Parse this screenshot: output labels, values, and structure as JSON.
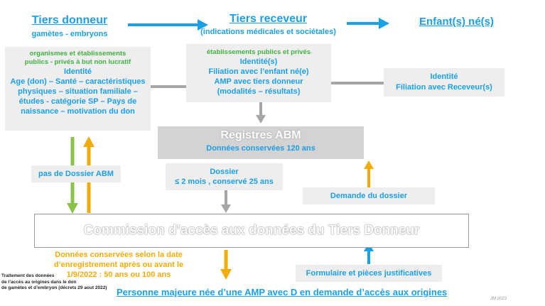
{
  "header": {
    "donor": {
      "title": "Tiers donneur",
      "subtitle": "gamètes - embryons"
    },
    "receiver": {
      "title": "Tiers receveur",
      "subtitle": "(indications médicales et sociétales)"
    },
    "child": {
      "title": "Enfant(s) né(s)"
    }
  },
  "donor_box": {
    "lines_green": [
      "organismes et établissements",
      "publics - privés à but non lucratif"
    ],
    "lines_blue": [
      "Identité",
      "Age (don) – Santé – caractéristiques",
      "physiques – situation familiale –",
      "études - catégorie SP – Pays de",
      "naissance – motivation du don"
    ]
  },
  "receiver_box": {
    "lines_green": [
      "établissements publics et privés"
    ],
    "lines_blue": [
      "Identité(s)",
      "Filiation avec l’enfant né(e)",
      "AMP avec tiers donneur",
      "(modalités – résultats)"
    ]
  },
  "child_box": {
    "lines": [
      "Identité",
      "Filiation avec Receveur(s)"
    ]
  },
  "registry": {
    "title": "Registres ABM",
    "subtitle": "Données conservées 120 ans"
  },
  "no_file": {
    "label": "pas de Dossier ABM"
  },
  "file_box": {
    "lines": [
      "Dossier",
      "≤ 2 mois , conservé 25 ans"
    ]
  },
  "request_box": {
    "label": "Demande du dossier"
  },
  "commission": {
    "label": "Commission d’accès aux données du Tiers Donneur"
  },
  "retention_note": {
    "lines": [
      "Données conservées selon la date",
      "d’enregistrement après ou avant le",
      "1/9/2022 : 50 ans ou 100 ans"
    ]
  },
  "form_box": {
    "label": "Formulaire et pièces justificatives"
  },
  "footer": {
    "person": "Personne majeure née d’une AMP avec D en demande d’accès aux origines",
    "caption": [
      "Traitement des données",
      "de l’accès au origines dans le don",
      "de gamètes et d’embryon (décrets 29 aout 2022)"
    ],
    "signature": "JM 2023"
  },
  "colors": {
    "blue": "#1aa0e8",
    "green": "#3fb33f",
    "orange": "#f2ac0a",
    "grey": "#a6a6a6",
    "box": "#eeeeee"
  }
}
